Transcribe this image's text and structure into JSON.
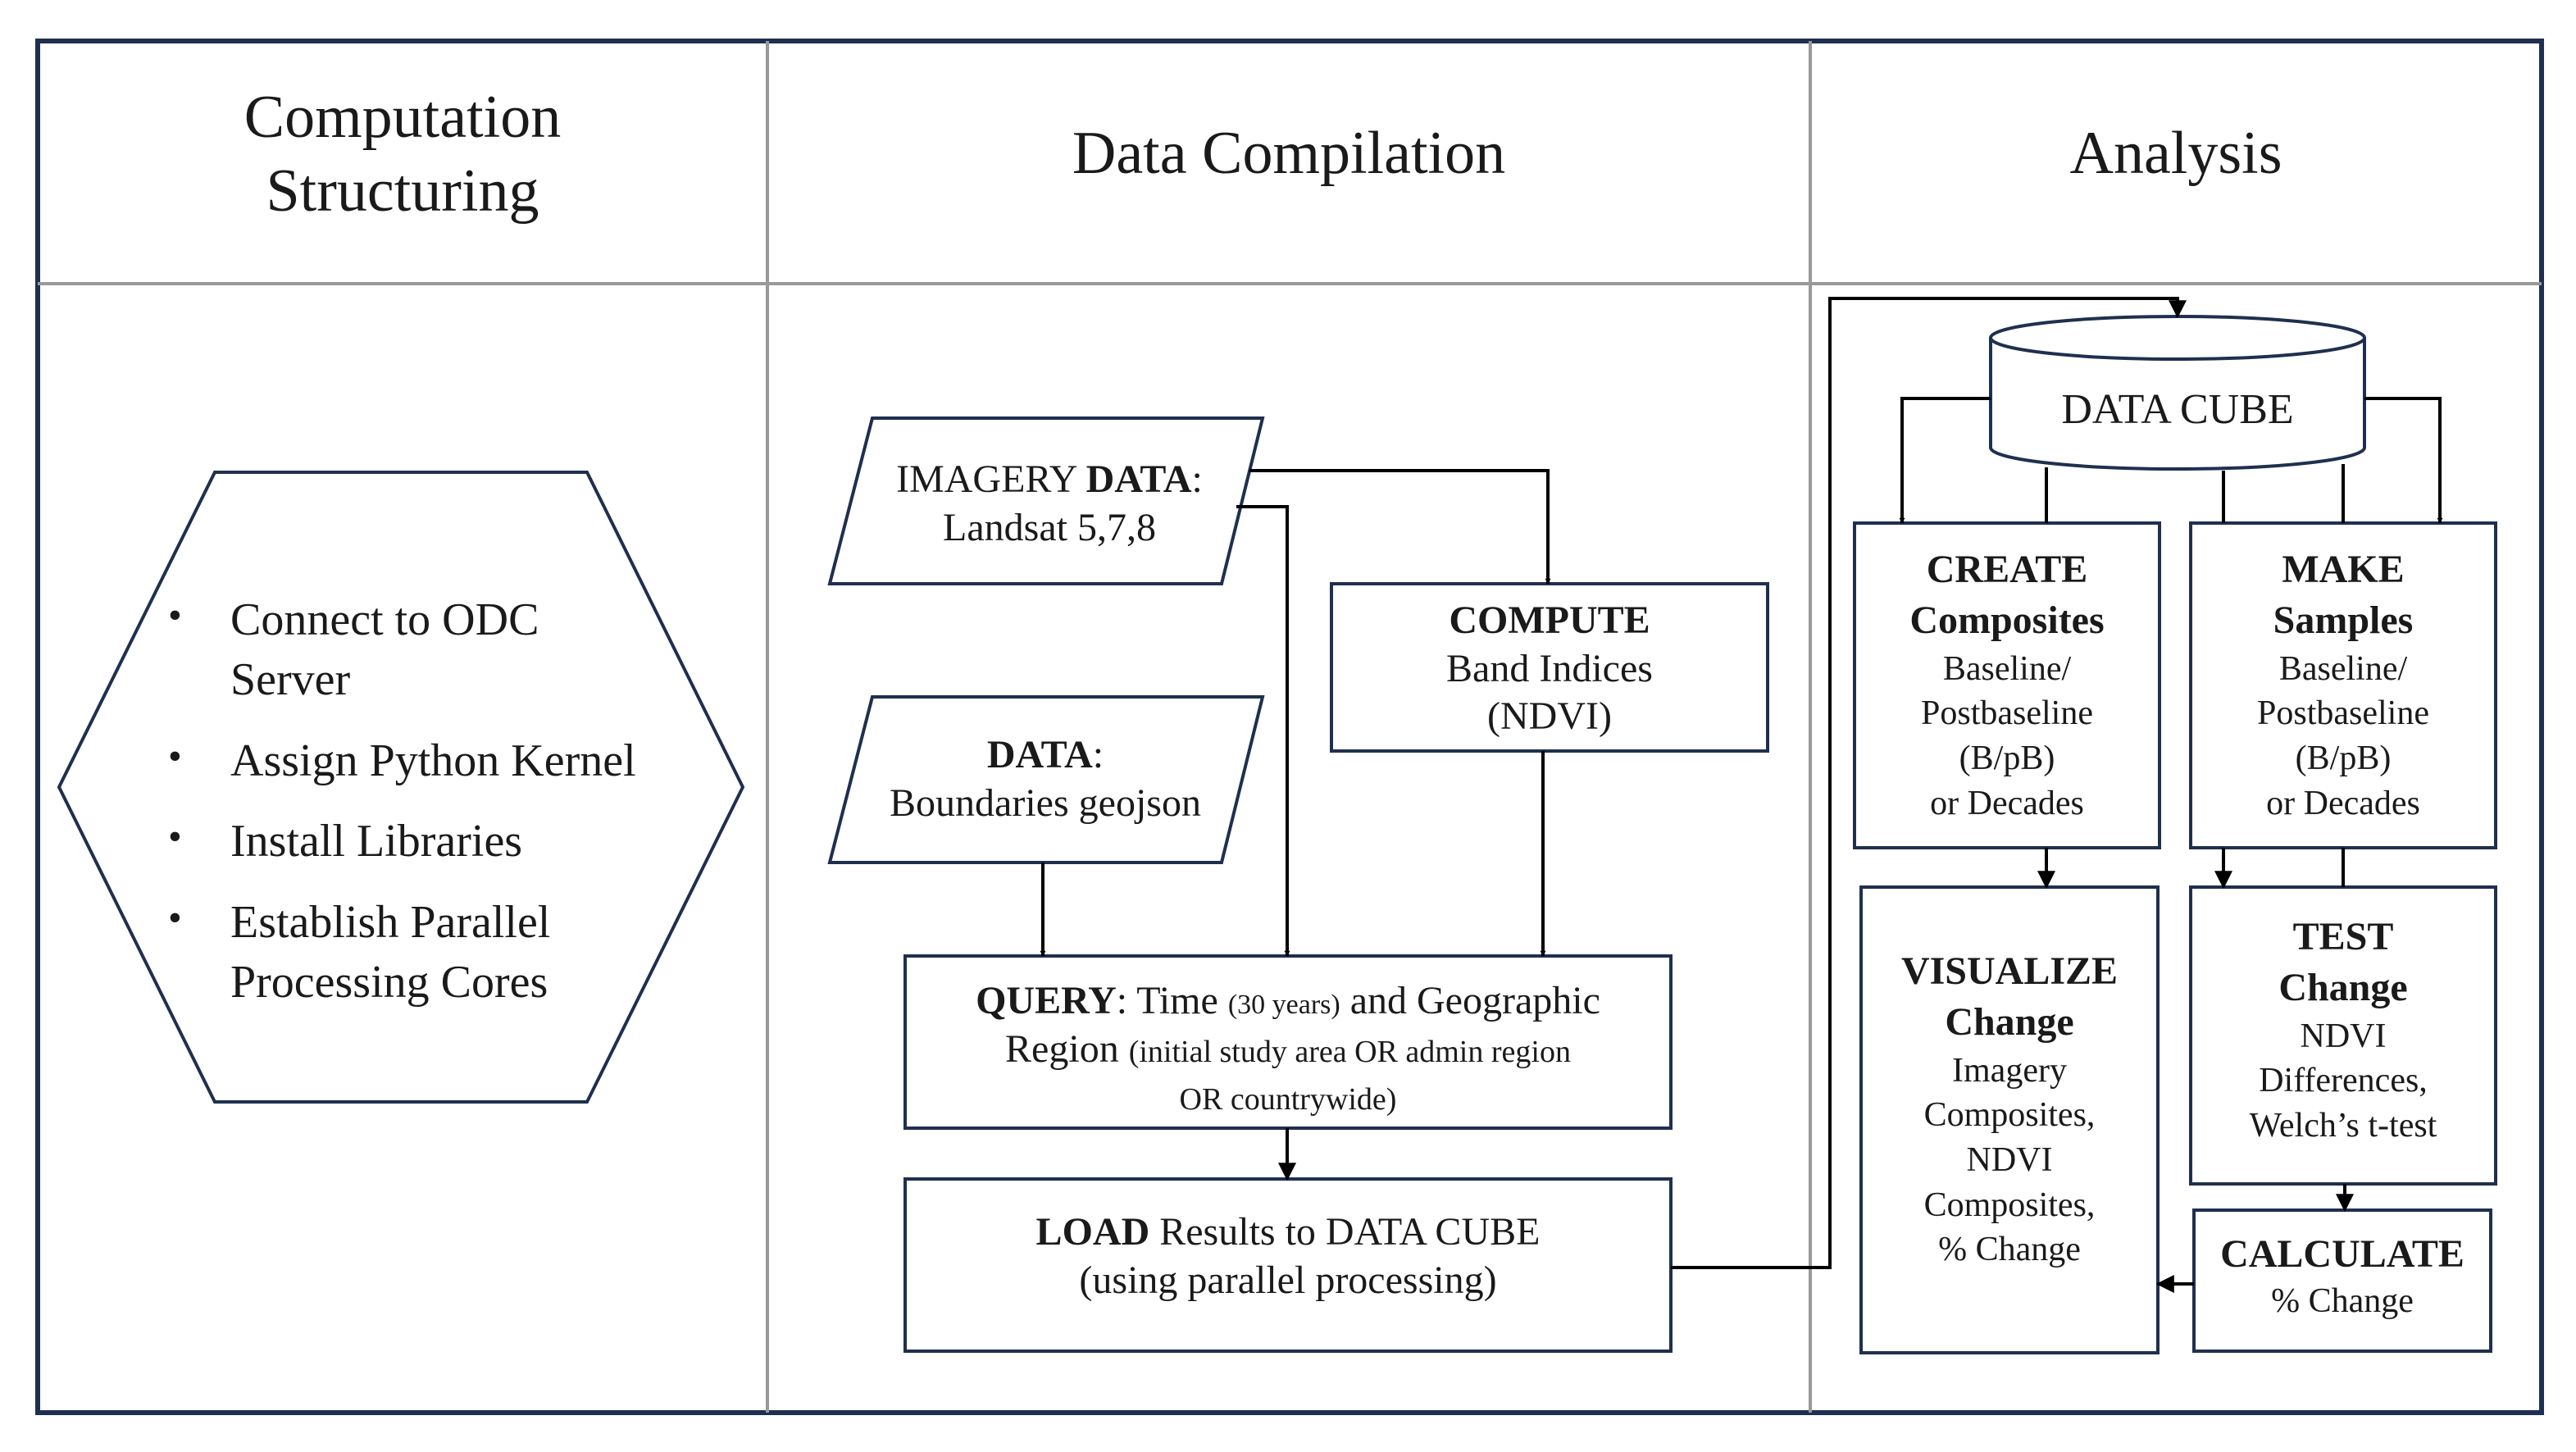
{
  "headers": {
    "col1": [
      "Computation",
      "Structuring"
    ],
    "col2": "Data Compilation",
    "col3": "Analysis"
  },
  "setup": {
    "bullets": [
      [
        "Connect to ODC",
        "Server"
      ],
      [
        "Assign Python Kernel"
      ],
      [
        "Install Libraries"
      ],
      [
        "Establish Parallel",
        "Processing Cores"
      ]
    ]
  },
  "imagery": {
    "prefix": "IMAGERY ",
    "bold": "DATA",
    "suffix": ":",
    "line2": "Landsat 5,7,8"
  },
  "boundaries": {
    "bold": "DATA",
    "suffix": ":",
    "line2": "Boundaries geojson"
  },
  "compute": {
    "bold": "COMPUTE",
    "line2": "Band Indices",
    "line3": "(NDVI)"
  },
  "query": {
    "bold": "QUERY",
    "part1": ": Time ",
    "small1": "(30 years)",
    "part2": " and Geographic",
    "line2": "Region ",
    "small2": "(initial study area OR admin region",
    "small3": "OR countrywide)"
  },
  "load": {
    "bold": "LOAD",
    "line1": " Results to DATA CUBE",
    "line2": "(using parallel processing)"
  },
  "datacube": {
    "label": "DATA CUBE"
  },
  "create": {
    "bold1": "CREATE",
    "bold2": "Composites",
    "lines": [
      "Baseline/",
      "Postbaseline",
      "(B/pB)",
      "or Decades"
    ]
  },
  "make": {
    "bold1": "MAKE",
    "bold2": "Samples",
    "lines": [
      "Baseline/",
      "Postbaseline",
      "(B/pB)",
      "or Decades"
    ]
  },
  "visualize": {
    "bold1": "VISUALIZE",
    "bold2": "Change",
    "lines": [
      "Imagery",
      "Composites,",
      "NDVI",
      "Composites,",
      "% Change"
    ]
  },
  "test": {
    "bold1": "TEST",
    "bold2": "Change",
    "lines": [
      "NDVI",
      "Differences,",
      "Welch’s t-test"
    ]
  },
  "calculate": {
    "bold": "CALCULATE",
    "line2": "% Change"
  },
  "colors": {
    "frame": "#1f2f4f",
    "divider": "#999999",
    "shape": "#1f2f4f",
    "arrow": "#000000"
  }
}
